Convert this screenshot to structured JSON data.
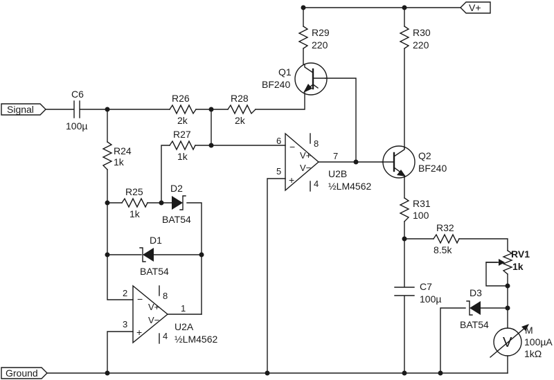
{
  "ports": {
    "signal": "Signal",
    "ground": "Ground",
    "vplus": "V+"
  },
  "components": {
    "C6": {
      "ref": "C6",
      "value": "100µ"
    },
    "C7": {
      "ref": "C7",
      "value": "100µ"
    },
    "R24": {
      "ref": "R24",
      "value": "1k"
    },
    "R25": {
      "ref": "R25",
      "value": "1k"
    },
    "R26": {
      "ref": "R26",
      "value": "2k"
    },
    "R27": {
      "ref": "R27",
      "value": "1k"
    },
    "R28": {
      "ref": "R28",
      "value": "2k"
    },
    "R29": {
      "ref": "R29",
      "value": "220"
    },
    "R30": {
      "ref": "R30",
      "value": "220"
    },
    "R31": {
      "ref": "R31",
      "value": "100"
    },
    "R32": {
      "ref": "R32",
      "value": "8.5k"
    },
    "RV1": {
      "ref": "RV1",
      "value": "1k"
    },
    "Q1": {
      "ref": "Q1",
      "value": "BF240"
    },
    "Q2": {
      "ref": "Q2",
      "value": "BF240"
    },
    "D1": {
      "ref": "D1",
      "value": "BAT54"
    },
    "D2": {
      "ref": "D2",
      "value": "BAT54"
    },
    "D3": {
      "ref": "D3",
      "value": "BAT54"
    },
    "U2A": {
      "ref": "U2A",
      "value": "½LM4562"
    },
    "U2B": {
      "ref": "U2B",
      "value": "½LM4562"
    },
    "M": {
      "ref": "M",
      "value": "100µA",
      "value2": "1kΩ",
      "symbol": "V"
    }
  },
  "opamp_text": {
    "minus": "−",
    "plus": "+",
    "vplus": "V+",
    "vminus": "V−"
  },
  "pins": {
    "u2a_inv": "2",
    "u2a_noninv": "3",
    "u2a_out": "1",
    "u2a_vp": "8",
    "u2a_vm": "4",
    "u2b_inv": "6",
    "u2b_noninv": "5",
    "u2b_out": "7",
    "u2b_vp": "8",
    "u2b_vm": "4"
  }
}
